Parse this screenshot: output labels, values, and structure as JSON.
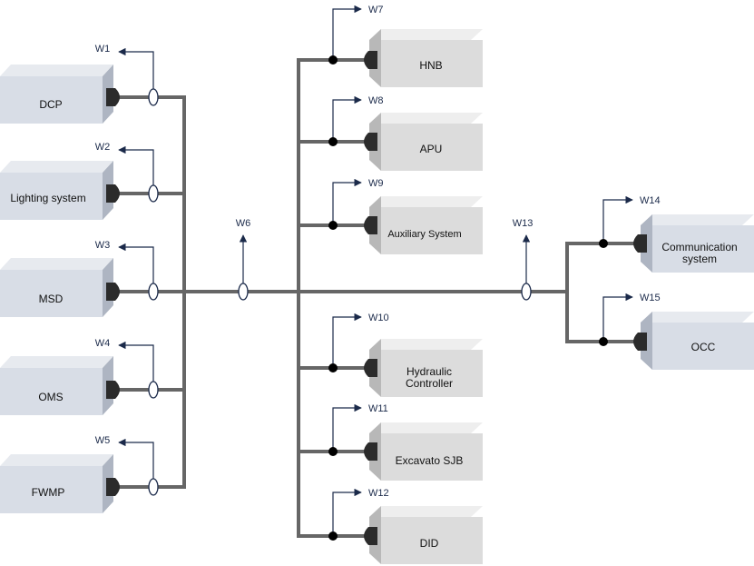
{
  "colors": {
    "box_front": "#d8dde6",
    "box_top": "#e7eaef",
    "box_side": "#aeb5c2",
    "box_front_grey": "#dcdcdc",
    "box_top_grey": "#eeeeee",
    "box_side_grey": "#b8b8b8",
    "trunk": "#666666",
    "wire": "#1b2a4a",
    "connector": "#2b2b2b"
  },
  "left_devices": [
    {
      "label": "DCP"
    },
    {
      "label": "Lighting system"
    },
    {
      "label": "MSD"
    },
    {
      "label": "OMS"
    },
    {
      "label": "FWMP"
    }
  ],
  "center_top_devices": [
    {
      "label": "HNB"
    },
    {
      "label": "APU"
    },
    {
      "label": "Auxiliary System"
    }
  ],
  "center_bottom_devices": [
    {
      "label_lines": [
        "Hydraulic",
        "Controller"
      ]
    },
    {
      "label": "Excavato SJB"
    },
    {
      "label": "DID"
    }
  ],
  "right_devices": [
    {
      "label_lines": [
        "Communication",
        "system"
      ]
    },
    {
      "label": "OCC"
    }
  ],
  "wires": {
    "w1": "W1",
    "w2": "W2",
    "w3": "W3",
    "w4": "W4",
    "w5": "W5",
    "w6": "W6",
    "w7": "W7",
    "w8": "W8",
    "w9": "W9",
    "w10": "W10",
    "w11": "W11",
    "w12": "W12",
    "w13": "W13",
    "w14": "W14",
    "w15": "W15"
  }
}
